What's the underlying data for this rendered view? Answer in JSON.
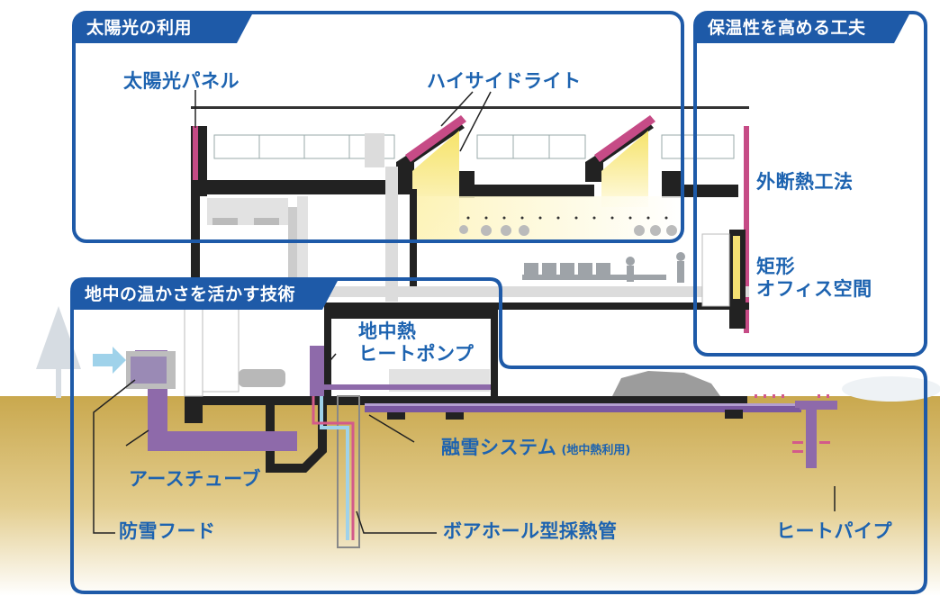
{
  "sections": {
    "solar": "太陽光の利用",
    "insulation": "保温性を高める工夫",
    "geothermal": "地中の温かさを活かす技術"
  },
  "labels": {
    "solar_panel": "太陽光パネル",
    "high_side_light": "ハイサイドライト",
    "exterior_insulation": "外断熱工法",
    "rect_office": "矩形\nオフィス空間",
    "ground_heat_pump": "地中熱\nヒートポンプ",
    "snow_melting": "融雪システム",
    "snow_melting_note": "(地中熱利用)",
    "earth_tube": "アースチューブ",
    "snow_hood": "防雪フード",
    "borehole": "ボアホール型採熱管",
    "heat_pipe": "ヒートパイプ"
  },
  "colors": {
    "frame_blue": "#1e5aa8",
    "label_blue": "#1d63b0",
    "soil": "#c9a84e",
    "pipe_purple": "#8e6aaa",
    "solar_pink": "#c64b86",
    "light_yellow": "#f8e985",
    "structure": "#222222"
  }
}
